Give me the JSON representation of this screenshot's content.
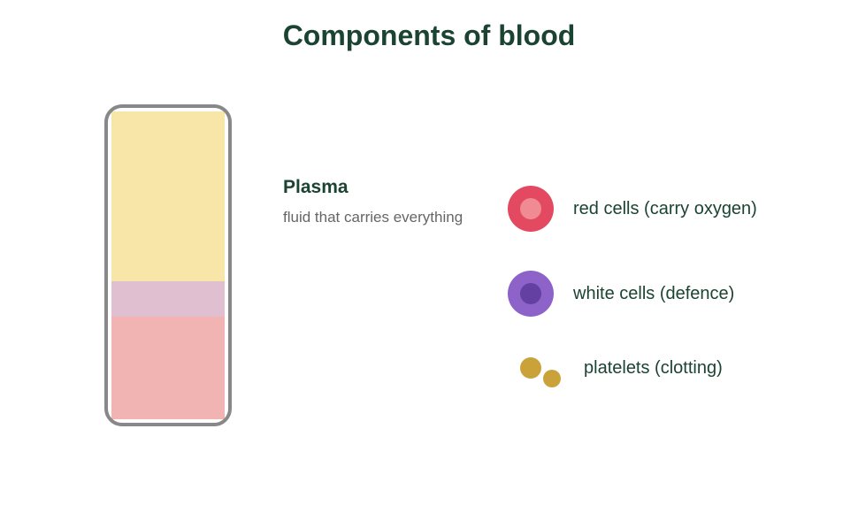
{
  "title": "Components of blood",
  "plasma": {
    "label": "Plasma",
    "description": "fluid that carries everything"
  },
  "legend": [
    {
      "label": "red cells (carry oxygen)",
      "icon": "red-cell-icon"
    },
    {
      "label": "white cells (defence)",
      "icon": "white-cell-icon"
    },
    {
      "label": "platelets (clotting)",
      "icon": "platelets-icon"
    }
  ],
  "colors": {
    "title": "#1b4332",
    "tube_outline": "#888888",
    "plasma": "#f7e6a8",
    "buffy_coat": "#e0bfd1",
    "red_layer": "#f2b3b3",
    "red_cell_outer": "#e34a61",
    "red_cell_inner": "#f08a93",
    "white_cell_outer": "#8e63c9",
    "white_cell_inner": "#6540a3",
    "platelet": "#c9a23a"
  }
}
